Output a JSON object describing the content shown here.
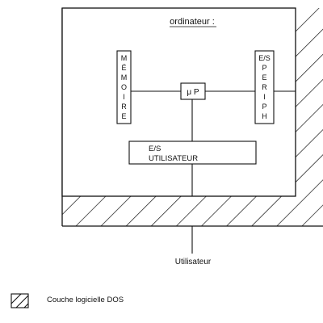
{
  "diagram": {
    "computer_label": "ordinateur :",
    "memory_letters": [
      "M",
      "É",
      "M",
      "O",
      "I",
      "R",
      "E"
    ],
    "peripheral_letters": [
      "E/S",
      "P",
      "E",
      "R",
      "I",
      "P",
      "H"
    ],
    "cpu_label": "μ P",
    "user_io_line1": "E/S",
    "user_io_line2": "UTILISATEUR",
    "user_label": "Utilisateur",
    "legend_label": "Couche logicielle DOS"
  },
  "colors": {
    "line": "#111111",
    "background": "#ffffff"
  }
}
